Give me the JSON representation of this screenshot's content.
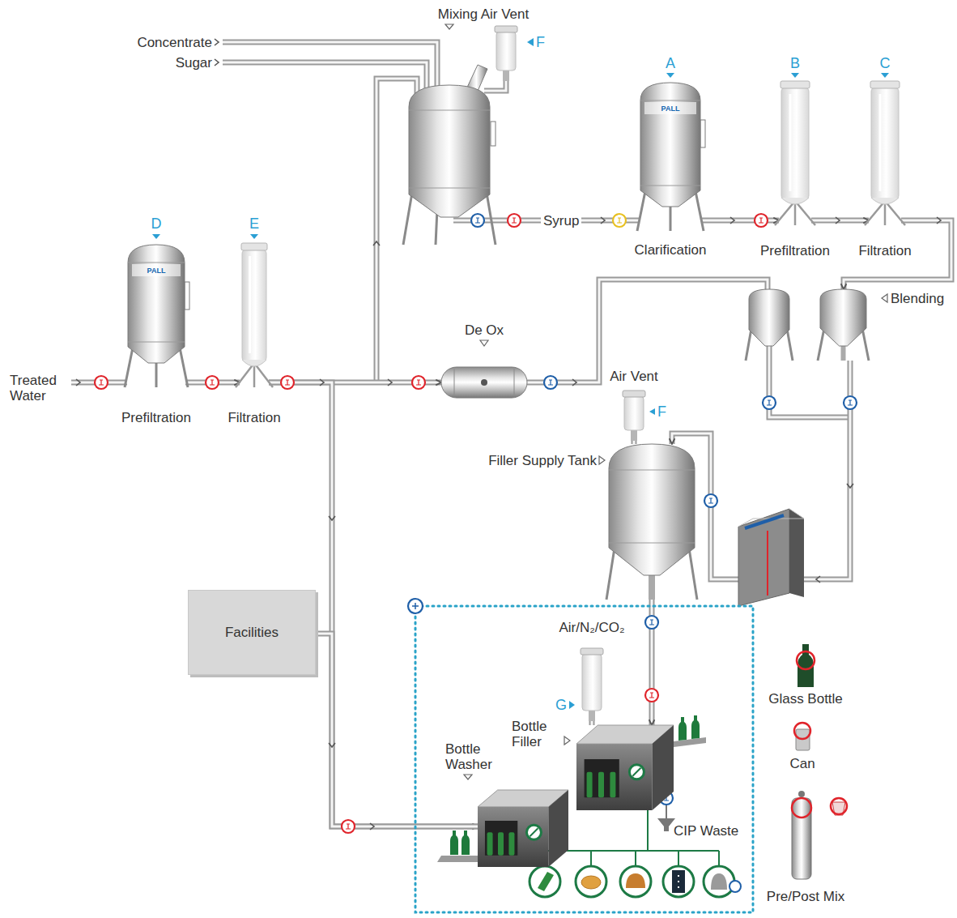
{
  "diagram": {
    "nodes": [
      {
        "text": [
          "Mixing Air Vent",
          "F"
        ]
      },
      {
        "text": [
          "A",
          "PALL",
          "Clarification"
        ]
      },
      {
        "text": [
          "B",
          "Prefiltration"
        ]
      },
      {
        "text": [
          "C",
          "Filtration"
        ]
      },
      {
        "text": [
          "Blending"
        ]
      },
      {
        "text": [
          "D",
          "PALL",
          "Prefiltration"
        ]
      },
      {
        "text": [
          "E",
          "Filtration"
        ]
      },
      {
        "text": [
          "De Ox"
        ]
      },
      {
        "text": [
          "Air Vent",
          "F"
        ]
      },
      {
        "text": [
          "Filler Supply Tank"
        ]
      },
      {
        "text": [
          "Facilities"
        ]
      },
      {
        "text": [
          "Bottle Washer"
        ]
      },
      {
        "text": [
          "G",
          "Air/N₂/CO₂"
        ]
      },
      {
        "text": [
          "Bottle Filler"
        ]
      }
    ],
    "edges": [
      {
        "from": 1,
        "to": 2,
        "arrow": "to"
      },
      {
        "from": 2,
        "to": 3,
        "arrow": "to"
      },
      {
        "from": 3,
        "to": 4,
        "arrow": "to"
      },
      {
        "from": 5,
        "to": 6,
        "arrow": "to"
      },
      {
        "from": 6,
        "to": 7,
        "arrow": "to"
      },
      {
        "from": 6,
        "to": 11,
        "arrow": "to"
      },
      {
        "from": 10,
        "to": 11,
        "arrow": "none"
      },
      {
        "from": 4,
        "to": 9,
        "arrow": "to"
      },
      {
        "from": 9,
        "to": 13,
        "arrow": "to"
      },
      {
        "from": 8,
        "to": 9,
        "arrow": "none"
      },
      {
        "from": 12,
        "to": 13,
        "arrow": "none"
      }
    ],
    "labels": [
      "Concentrate",
      "Sugar",
      "Syrup",
      "Treated Water",
      "CIP Waste",
      "Glass Bottle",
      "Can",
      "Pre/Post Mix"
    ]
  }
}
